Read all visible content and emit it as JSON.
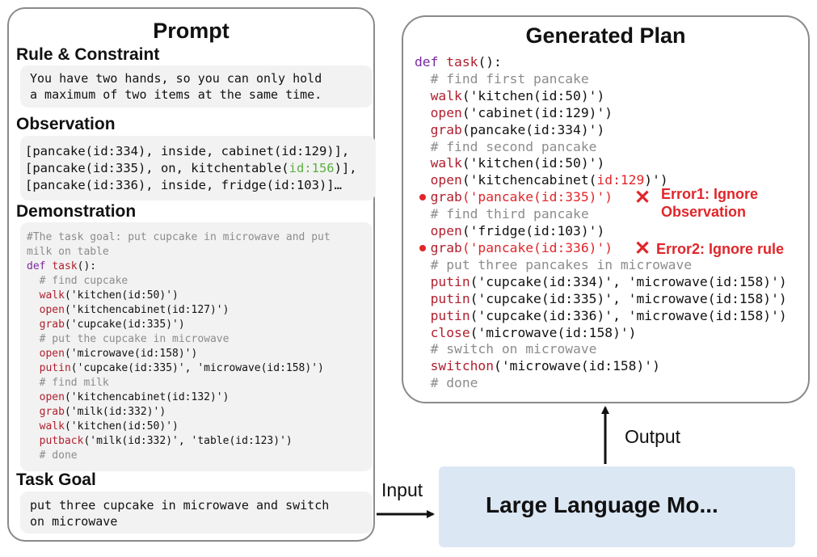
{
  "prompt": {
    "title": "Prompt",
    "rule": {
      "heading": "Rule & Constraint",
      "lines": [
        "You have two hands, so you can only hold",
        "a maximum of two items at the same time."
      ]
    },
    "observation": {
      "heading": "Observation",
      "line1": "[pancake(id:334), inside, cabinet(id:129)],",
      "line2a": "[pancake(id:335), on, kitchentable(",
      "line2b": "id:156",
      "line2c": ")],",
      "line3": "[pancake(id:336), inside, fridge(id:103)]…"
    },
    "demonstration": {
      "heading": "Demonstration",
      "comment_lines": [
        "#The task goal: put cupcake in microwave and put",
        "milk on table"
      ],
      "def_kw": "def",
      "def_fn": "task",
      "def_tail": "():",
      "steps": [
        {
          "fn": "",
          "args": "  # find cupcake"
        },
        {
          "fn": "  walk",
          "args": "('kitchen(id:50)')"
        },
        {
          "fn": "  open",
          "args": "('kitchencabinet(id:127)')"
        },
        {
          "fn": "  grab",
          "args": "('cupcake(id:335)')"
        },
        {
          "fn": "",
          "args": "  # put the cupcake in microwave"
        },
        {
          "fn": "  open",
          "args": "('microwave(id:158)')"
        },
        {
          "fn": "  putin",
          "args": "('cupcake(id:335)', 'microwave(id:158)')"
        },
        {
          "fn": "",
          "args": "  # find milk"
        },
        {
          "fn": "  open",
          "args": "('kitchencabinet(id:132)')"
        },
        {
          "fn": "  grab",
          "args": "('milk(id:332)')"
        },
        {
          "fn": "  walk",
          "args": "('kitchen(id:50)')"
        },
        {
          "fn": "  putback",
          "args": "('milk(id:332)', 'table(id:123)')"
        },
        {
          "fn": "",
          "args": "  # done"
        }
      ]
    },
    "task_goal": {
      "heading": "Task Goal",
      "lines": [
        "put three cupcake in microwave and switch",
        "on microwave"
      ]
    }
  },
  "plan": {
    "title": "Generated Plan",
    "def_kw": "def",
    "def_fn": "task",
    "def_tail": "():",
    "lines": [
      {
        "fn": "",
        "args": "  # find first pancake"
      },
      {
        "fn": "  walk",
        "args": "('kitchen(id:50)')"
      },
      {
        "fn": "  open",
        "args": "('cabinet(id:129)')"
      },
      {
        "fn": "  grab",
        "args": "(pancake(id:334)')"
      },
      {
        "fn": "",
        "args": "  # find second pancake"
      },
      {
        "fn": "  walk",
        "args": "('kitchen(id:50)')"
      },
      {
        "fn": "  open",
        "args": "('kitchencabinet(",
        "red": "id:129",
        "tail": ")')"
      },
      {
        "fn": "  grab",
        "args": "",
        "red": "('pancake(id:335)')",
        "tail": ""
      },
      {
        "fn": "",
        "args": "  # find third pancake"
      },
      {
        "fn": "  open",
        "args": "('fridge(id:103)')"
      },
      {
        "fn": "  grab",
        "args": "",
        "red": "('pancake(id:336)')",
        "tail": ""
      },
      {
        "fn": "",
        "args": "  # put three pancakes in microwave"
      },
      {
        "fn": "  putin",
        "args": "('cupcake(id:334)', 'microwave(id:158)')"
      },
      {
        "fn": "  putin",
        "args": "('cupcake(id:335)', 'microwave(id:158)')"
      },
      {
        "fn": "  putin",
        "args": "('cupcake(id:336)', 'microwave(id:158)')"
      },
      {
        "fn": "  close",
        "args": "('microwave(id:158)')"
      },
      {
        "fn": "",
        "args": "  # switch on microwave"
      },
      {
        "fn": "  switchon",
        "args": "('microwave(id:158)')"
      },
      {
        "fn": "",
        "args": "  # done"
      }
    ],
    "error1": "Error1: Ignore\nObservation",
    "error2": "Error2: Ignore rule"
  },
  "llm": {
    "label": "Large Language Mo..."
  },
  "flow": {
    "input": "Input",
    "output": "Output"
  }
}
